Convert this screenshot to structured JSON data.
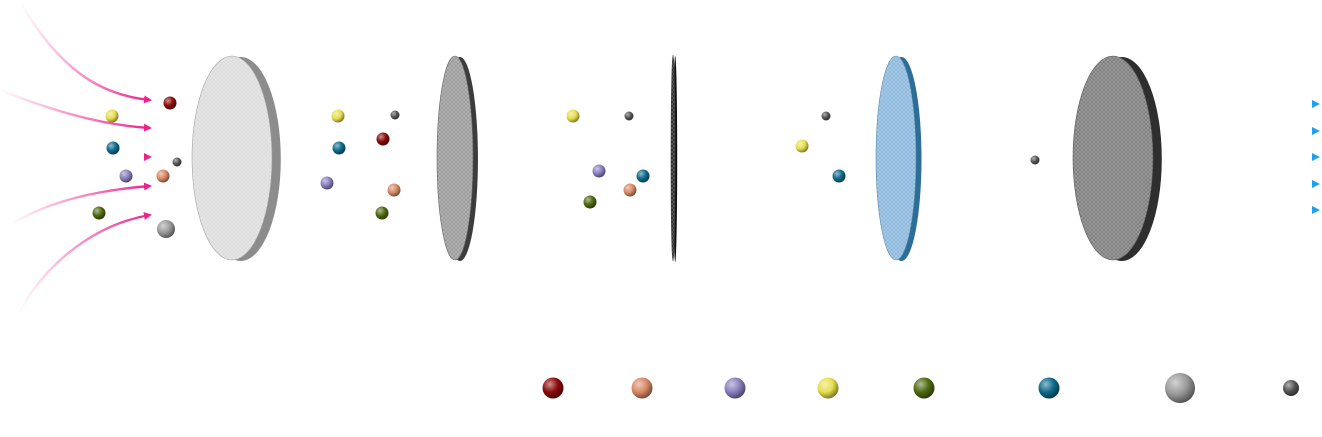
{
  "colors": {
    "inlet_arrow": "#f0208a",
    "outlet_arrow": "#1ea0f0",
    "background": "#ffffff"
  },
  "membranes": [
    {
      "name": "membrane-1",
      "face": "#dcdcdc",
      "edge": "#8c8c8c",
      "mesh": "light"
    },
    {
      "name": "membrane-2",
      "face": "#9a9a9a",
      "edge": "#3c3c3c",
      "mesh": "dense"
    },
    {
      "name": "membrane-3",
      "face": "#2a2a2a",
      "edge": "#111111",
      "mesh": "edge-on"
    },
    {
      "name": "membrane-4",
      "face": "#8ab8dc",
      "edge": "#2d6e98",
      "mesh": "blue"
    },
    {
      "name": "membrane-5",
      "face": "#7c7c7c",
      "edge": "#2e2e2e",
      "mesh": "dense"
    }
  ],
  "species": [
    {
      "id": "dark-red",
      "color": "#8b0a0a"
    },
    {
      "id": "salmon",
      "color": "#d88a66"
    },
    {
      "id": "lavender",
      "color": "#8a7fbf"
    },
    {
      "id": "yellow",
      "color": "#e6df4f"
    },
    {
      "id": "olive",
      "color": "#4f6a10"
    },
    {
      "id": "teal",
      "color": "#0d6b8c"
    },
    {
      "id": "large-gray",
      "color": "#9a9a9a"
    },
    {
      "id": "small-gray",
      "color": "#555555"
    }
  ],
  "stages": [
    [
      "dark-red",
      "salmon",
      "lavender",
      "yellow",
      "olive",
      "teal",
      "large-gray",
      "small-gray"
    ],
    [
      "dark-red",
      "salmon",
      "lavender",
      "yellow",
      "olive",
      "teal",
      "small-gray"
    ],
    [
      "salmon",
      "lavender",
      "yellow",
      "olive",
      "teal",
      "small-gray"
    ],
    [
      "yellow",
      "teal",
      "small-gray"
    ],
    [
      "small-gray"
    ]
  ],
  "inlet_arrow_count": 5,
  "outlet_arrow_count": 5
}
